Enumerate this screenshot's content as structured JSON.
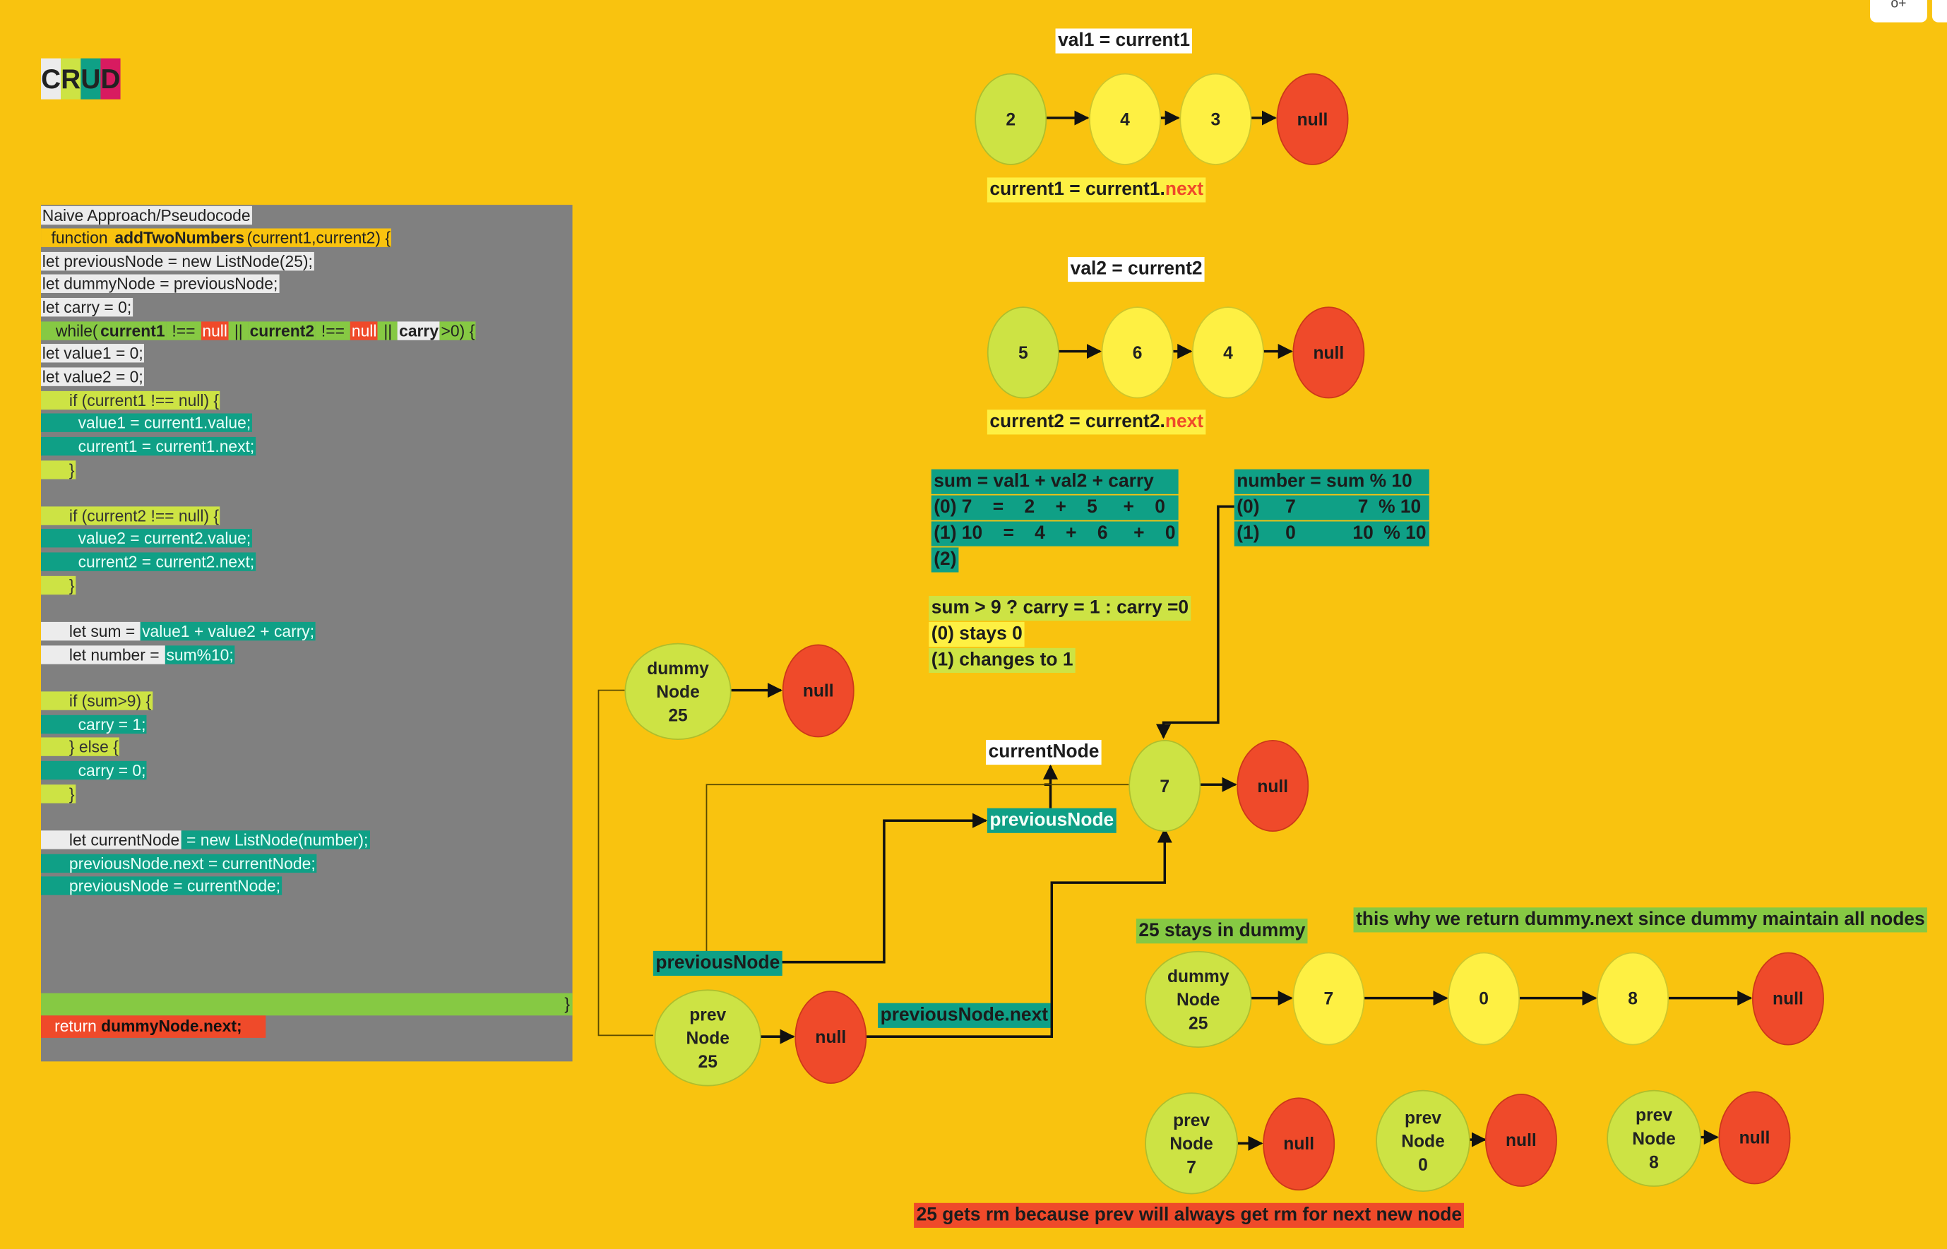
{
  "logo": {
    "letters": [
      "C",
      "R",
      "U",
      "D"
    ],
    "colors": [
      "#ececec",
      "#cde344",
      "#0fa086",
      "#d81b60"
    ]
  },
  "corner_button": {
    "label": "o+"
  },
  "code": {
    "title": "Naive Approach/Pseudocode",
    "lines": [
      {
        "segments": [
          {
            "text": "  function ",
            "cls": "cyl"
          },
          {
            "text": "addTwoNumbers",
            "cls": "cyl",
            "bold": true
          },
          {
            "text": "(current1,current2) {",
            "cls": "cyl"
          }
        ]
      },
      {
        "segments": [
          {
            "text": "let previousNode = new ListNode(25);",
            "cls": "cw"
          }
        ]
      },
      {
        "segments": [
          {
            "text": "let dummyNode = previousNode;",
            "cls": "cw"
          }
        ]
      },
      {
        "segments": [
          {
            "text": "let carry = 0;",
            "cls": "cw"
          }
        ]
      },
      {
        "segments": [
          {
            "text": "   while(",
            "cls": "cgr"
          },
          {
            "text": "current1",
            "cls": "cgr",
            "bold": true
          },
          {
            "text": " !== ",
            "cls": "cgr"
          },
          {
            "text": "null",
            "cls": "cred"
          },
          {
            "text": " || ",
            "cls": "cgr"
          },
          {
            "text": "current2",
            "cls": "cgr",
            "bold": true
          },
          {
            "text": " !== ",
            "cls": "cgr"
          },
          {
            "text": "null",
            "cls": "cred"
          },
          {
            "text": " || ",
            "cls": "cgr"
          },
          {
            "text": "carry",
            "cls": "cw",
            "bold": true
          },
          {
            "text": ">0) {",
            "cls": "cgr"
          }
        ]
      },
      {
        "segments": [
          {
            "text": "let value1 = 0;",
            "cls": "cw"
          }
        ]
      },
      {
        "segments": [
          {
            "text": "let value2 = 0;",
            "cls": "cw"
          }
        ]
      },
      {
        "segments": [
          {
            "text": "      if (current1 !== null) {",
            "cls": "clg"
          }
        ]
      },
      {
        "segments": [
          {
            "text": "        value1 = current1.value;",
            "cls": "ct"
          }
        ]
      },
      {
        "segments": [
          {
            "text": "        current1 = current1.next;",
            "cls": "ct"
          }
        ]
      },
      {
        "segments": [
          {
            "text": "      }",
            "cls": "clg"
          }
        ]
      },
      {
        "segments": []
      },
      {
        "segments": [
          {
            "text": "      if (current2 !== null) {",
            "cls": "clg"
          }
        ]
      },
      {
        "segments": [
          {
            "text": "        value2 = current2.value;",
            "cls": "ct"
          }
        ]
      },
      {
        "segments": [
          {
            "text": "        current2 = current2.next;",
            "cls": "ct"
          }
        ]
      },
      {
        "segments": [
          {
            "text": "      }",
            "cls": "clg"
          }
        ]
      },
      {
        "segments": []
      },
      {
        "segments": [
          {
            "text": "      let sum = ",
            "cls": "cw"
          },
          {
            "text": "value1 + value2 + carry;",
            "cls": "ct"
          }
        ]
      },
      {
        "segments": [
          {
            "text": "      let number = ",
            "cls": "cw"
          },
          {
            "text": "sum%10;",
            "cls": "ct"
          }
        ]
      },
      {
        "segments": []
      },
      {
        "segments": [
          {
            "text": "      if (sum>9) {",
            "cls": "clg"
          }
        ]
      },
      {
        "segments": [
          {
            "text": "        carry = 1;",
            "cls": "ct"
          }
        ]
      },
      {
        "segments": [
          {
            "text": "      } else {",
            "cls": "clg"
          }
        ]
      },
      {
        "segments": [
          {
            "text": "        carry = 0;",
            "cls": "ct"
          }
        ]
      },
      {
        "segments": [
          {
            "text": "      }",
            "cls": "clg"
          }
        ]
      },
      {
        "segments": []
      },
      {
        "segments": [
          {
            "text": "      let currentNode",
            "cls": "cw"
          },
          {
            "text": " = new ListNode(number);",
            "cls": "ct"
          }
        ]
      },
      {
        "segments": [
          {
            "text": "      previousNode.next = currentNode;",
            "cls": "ct"
          }
        ]
      },
      {
        "segments": [
          {
            "text": "      previousNode = currentNode;",
            "cls": "ct"
          }
        ]
      }
    ],
    "closing_brace": "}",
    "return_prefix": "   return ",
    "return_value": "dummyNode.next;"
  },
  "list1": {
    "caption": "val1 = current1",
    "nodes": [
      "2",
      "4",
      "3",
      "null"
    ],
    "advance_prefix": "current1 = current1.",
    "advance_suffix": "next"
  },
  "list2": {
    "caption": "val2 = current2",
    "nodes": [
      "5",
      "6",
      "4",
      "null"
    ],
    "advance_prefix": "current2 = current2.",
    "advance_suffix": "next"
  },
  "sum_block": {
    "title": "sum = val1 + val2 + carry",
    "rows": [
      "(0) 7    =    2    +    5     +    0",
      "(1) 10    =    4    +    6     +    0",
      "(2)"
    ]
  },
  "number_block": {
    "title": "number = sum % 10",
    "rows": [
      "(0)     7            7  % 10",
      "(1)     0           10  % 10"
    ]
  },
  "carry_block": {
    "title": "sum > 9 ? carry = 1 : carry =0",
    "rows": [
      "(0) stays 0",
      "(1) changes to 1"
    ]
  },
  "dummy_top": {
    "node": "dummy\nNode\n25",
    "next": "null"
  },
  "current_node": {
    "label": "currentNode",
    "value": "7",
    "next": "null"
  },
  "prev_label_mid": "previousNode",
  "prev_label_low": "previousNode",
  "prev_next_label": "previousNode.next",
  "prev_bottom": {
    "node": "prev\nNode\n25",
    "next": "null"
  },
  "dummy_note": "25 stays in dummy",
  "return_note": "this why we return dummy.next since dummy maintain all nodes",
  "final_list": {
    "head": "dummy\nNode\n25",
    "nodes": [
      "7",
      "0",
      "8",
      "null"
    ]
  },
  "prev_states": [
    {
      "node": "prev\nNode\n7",
      "next": "null"
    },
    {
      "node": "prev\nNode\n0",
      "next": "null"
    },
    {
      "node": "prev\nNode\n8",
      "next": "null"
    }
  ],
  "rm_note": "25 gets rm because prev will always get rm for next new node",
  "colors": {
    "background": "#f9c30f",
    "node_green": "#cde344",
    "node_yellow": "#fef043",
    "node_red": "#ef4a2a",
    "teal": "#0fa086",
    "code_bg": "#808080"
  }
}
